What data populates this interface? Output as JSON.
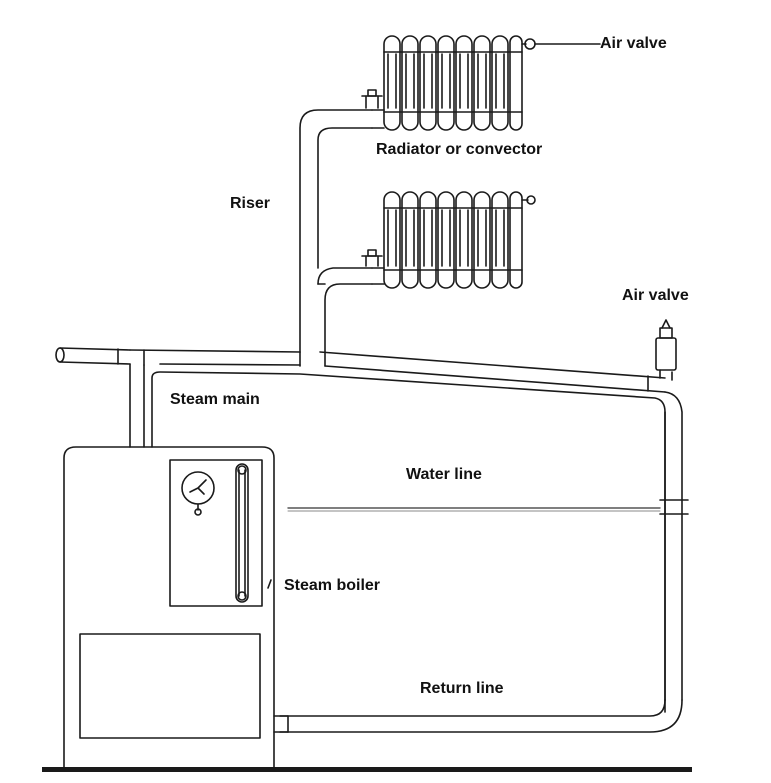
{
  "labels": {
    "air_valve_top": "Air valve",
    "radiator": "Radiator or convector",
    "riser": "Riser",
    "air_valve_right": "Air valve",
    "steam_main": "Steam main",
    "water_line": "Water line",
    "steam_boiler": "Steam boiler",
    "return_line": "Return line"
  },
  "colors": {
    "ink": "#1a1a1a",
    "paper": "#ffffff",
    "water_line": "#555555"
  }
}
